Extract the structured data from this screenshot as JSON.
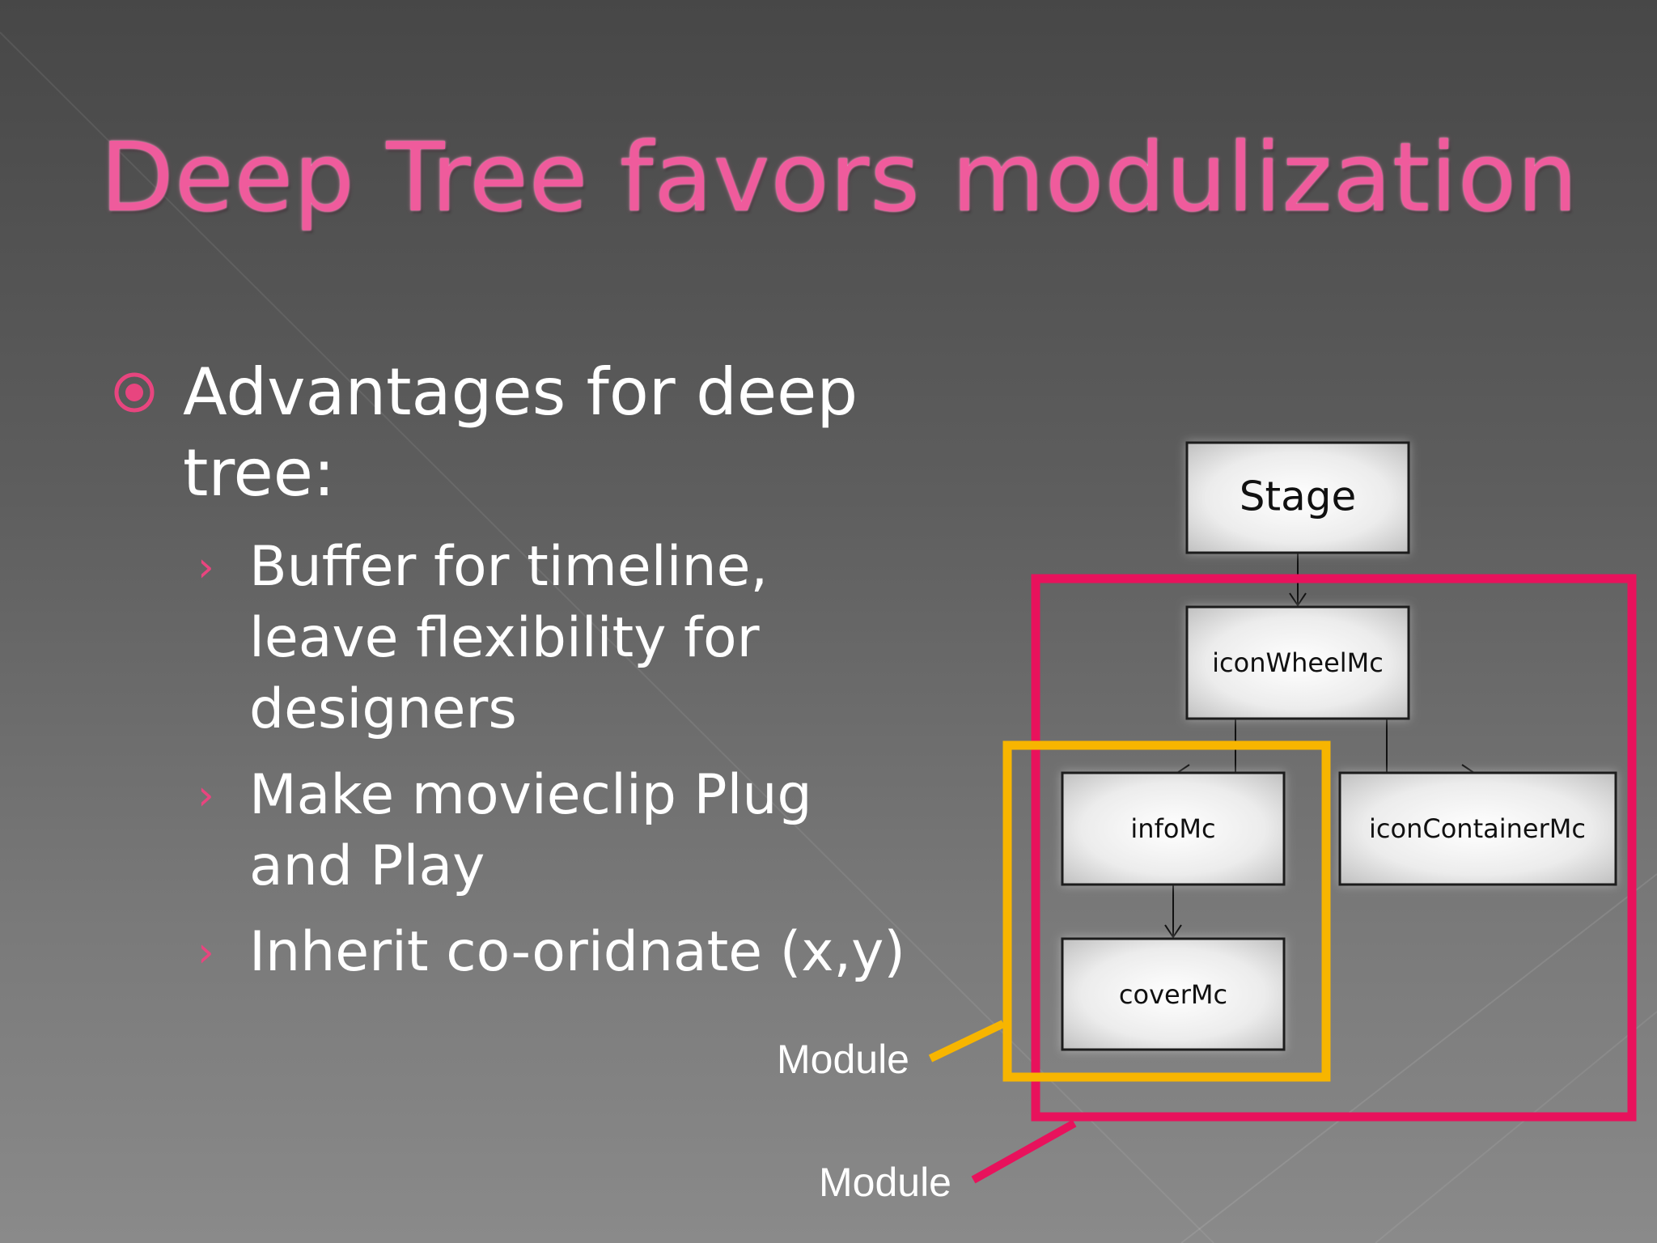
{
  "slide": {
    "title": "Deep Tree favors modulization",
    "bullet": {
      "text": "Advantages for deep tree:",
      "sub_items": [
        "Buffer for timeline, leave flexibility for designers",
        "Make movieclip Plug and Play",
        "Inherit co-oridnate (x,y)"
      ]
    }
  },
  "diagram": {
    "nodes": {
      "stage": "Stage",
      "icon_wheel": "iconWheelMc",
      "info": "infoMc",
      "icon_container": "iconContainerMc",
      "cover": "coverMc"
    },
    "modules": {
      "inner_label": "Module",
      "outer_label": "Module",
      "inner_color": "#f7b500",
      "outer_color": "#e8125c"
    }
  },
  "colors": {
    "title": "#ef5b9c",
    "bullet_accent": "#e8457f",
    "text": "#ffffff"
  }
}
